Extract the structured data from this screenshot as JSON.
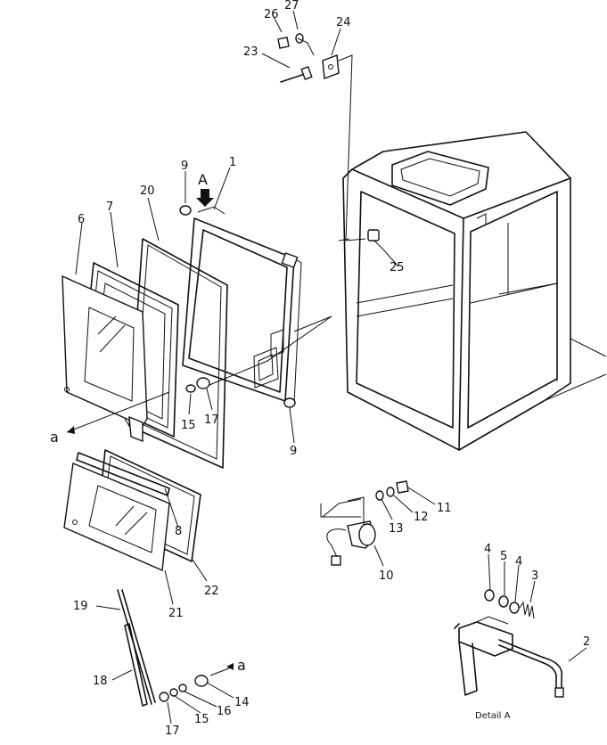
{
  "callouts": {
    "c1": "1",
    "c2": "2",
    "c3": "3",
    "c4a": "4",
    "c4b": "4",
    "c5": "5",
    "c6": "6",
    "c7": "7",
    "c8": "8",
    "c9a": "9",
    "c9b": "9",
    "c10": "10",
    "c11": "11",
    "c12": "12",
    "c13": "13",
    "c14": "14",
    "c15a": "15",
    "c15b": "15",
    "c16": "16",
    "c17a": "17",
    "c17b": "17",
    "c18": "18",
    "c19": "19",
    "c20": "20",
    "c21": "21",
    "c22": "22",
    "c23": "23",
    "c24": "24",
    "c25": "25",
    "c26": "26",
    "c27": "27"
  },
  "markers": {
    "view_a": "A",
    "ref_a_left": "a",
    "ref_a_bottom": "a"
  },
  "detail_caption": "Detail A"
}
